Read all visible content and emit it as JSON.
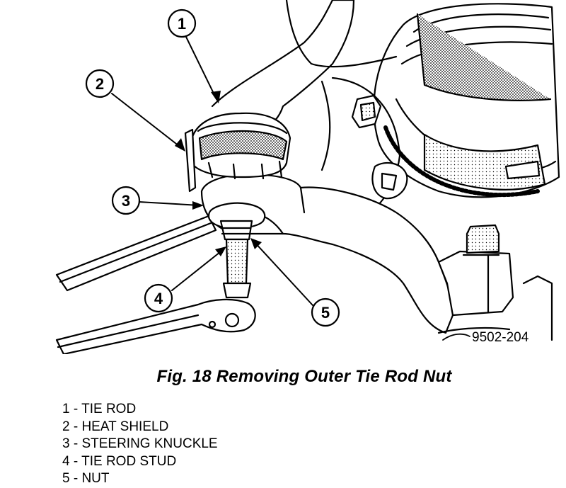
{
  "figure": {
    "id_code": "9502-204",
    "callouts": [
      {
        "number": "1",
        "ref": "tie-rod"
      },
      {
        "number": "2",
        "ref": "heat-shield"
      },
      {
        "number": "3",
        "ref": "steering-knuckle"
      },
      {
        "number": "4",
        "ref": "tie-rod-stud"
      },
      {
        "number": "5",
        "ref": "nut"
      }
    ]
  },
  "caption": "Fig. 18 Removing Outer Tie Rod Nut",
  "legend": [
    "1 - TIE ROD",
    "2 - HEAT SHIELD",
    "3 - STEERING KNUCKLE",
    "4 - TIE ROD STUD",
    "5 - NUT"
  ]
}
